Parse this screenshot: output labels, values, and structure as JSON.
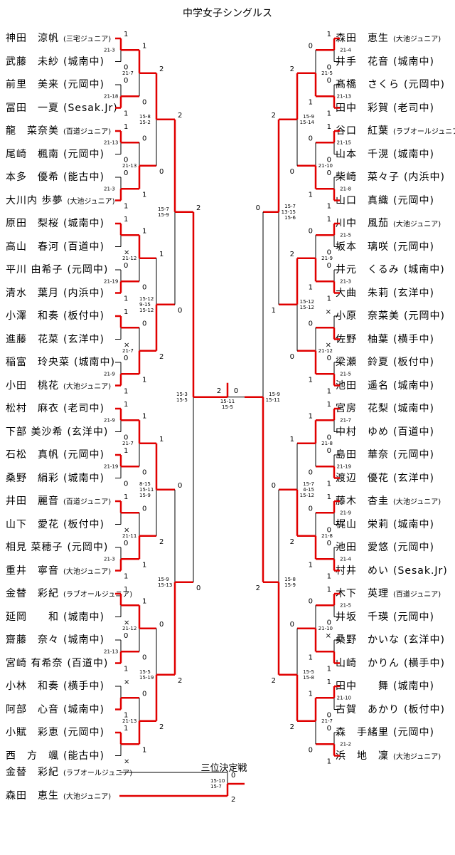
{
  "title": "中学女子シングルス",
  "third_place_title": "三位決定戦",
  "left_players": [
    {
      "name": "神田　涼帆",
      "team": "(三宅ジュニア)",
      "small": true
    },
    {
      "name": "武藤　未紗",
      "team": "(城南中)",
      "small": false
    },
    {
      "name": "前里　美来",
      "team": "(元岡中)",
      "small": false
    },
    {
      "name": "冨田　一夏",
      "team": "(Sesak.Jr)",
      "small": false
    },
    {
      "name": "龍　菜奈美",
      "team": "(百道ジュニア)",
      "small": true
    },
    {
      "name": "尾崎　楓南",
      "team": "(元岡中)",
      "small": false
    },
    {
      "name": "本多　優希",
      "team": "(能古中)",
      "small": false
    },
    {
      "name": "大川内 歩夢",
      "team": "(大池ジュニア)",
      "small": true
    },
    {
      "name": "原田　梨桜",
      "team": "(城南中)",
      "small": false
    },
    {
      "name": "高山　春河",
      "team": "(百道中)",
      "small": false
    },
    {
      "name": "平川 由希子",
      "team": "(元岡中)",
      "small": false
    },
    {
      "name": "清水　葉月",
      "team": "(内浜中)",
      "small": false
    },
    {
      "name": "小澤　和奏",
      "team": "(板付中)",
      "small": false
    },
    {
      "name": "進藤　花菜",
      "team": "(玄洋中)",
      "small": false
    },
    {
      "name": "稲富　玲央菜",
      "team": "(城南中)",
      "small": false
    },
    {
      "name": "小田　桃花",
      "team": "(大池ジュニア)",
      "small": true
    },
    {
      "name": "松村　麻衣",
      "team": "(老司中)",
      "small": false
    },
    {
      "name": "下部 美沙希",
      "team": "(玄洋中)",
      "small": false
    },
    {
      "name": "石松　真帆",
      "team": "(元岡中)",
      "small": false
    },
    {
      "name": "桑野　絹彩",
      "team": "(城南中)",
      "small": false
    },
    {
      "name": "井田　麗音",
      "team": "(百道ジュニア)",
      "small": true
    },
    {
      "name": "山下　愛花",
      "team": "(板付中)",
      "small": false
    },
    {
      "name": "相見 菜穂子",
      "team": "(元岡中)",
      "small": false
    },
    {
      "name": "重井　寧音",
      "team": "(大池ジュニア)",
      "small": true
    },
    {
      "name": "金替　彩紀",
      "team": "(ラブオールジュニア)",
      "small": true
    },
    {
      "name": "延岡　　和",
      "team": "(城南中)",
      "small": false
    },
    {
      "name": "齋藤　奈々",
      "team": "(城南中)",
      "small": false
    },
    {
      "name": "宮崎 有希奈",
      "team": "(百道中)",
      "small": false
    },
    {
      "name": "小林　和奏",
      "team": "(横手中)",
      "small": false
    },
    {
      "name": "阿部　心音",
      "team": "(城南中)",
      "small": false
    },
    {
      "name": "小賦　彩恵",
      "team": "(元岡中)",
      "small": false
    },
    {
      "name": "西　方　颯",
      "team": "(能古中)",
      "small": false
    }
  ],
  "right_players": [
    {
      "name": "森田　恵生",
      "team": "(大池ジュニア)",
      "small": true
    },
    {
      "name": "井手　花音",
      "team": "(城南中)",
      "small": false
    },
    {
      "name": "髙橋　さくら",
      "team": "(元岡中)",
      "small": false
    },
    {
      "name": "田中　彩賀",
      "team": "(老司中)",
      "small": false
    },
    {
      "name": "谷口　紅葉",
      "team": "(ラブオールジュニア)",
      "small": true
    },
    {
      "name": "山本　千滉",
      "team": "(城南中)",
      "small": false
    },
    {
      "name": "柴崎　菜々子",
      "team": "(内浜中)",
      "small": false
    },
    {
      "name": "山口　真織",
      "team": "(元岡中)",
      "small": false
    },
    {
      "name": "川中　風茄",
      "team": "(大池ジュニア)",
      "small": true
    },
    {
      "name": "坂本　璃咲",
      "team": "(元岡中)",
      "small": false
    },
    {
      "name": "井元　くるみ",
      "team": "(城南中)",
      "small": false
    },
    {
      "name": "大曲　朱莉",
      "team": "(玄洋中)",
      "small": false
    },
    {
      "name": "小原　奈菜美",
      "team": "(元岡中)",
      "small": false
    },
    {
      "name": "佐野　柚葉",
      "team": "(横手中)",
      "small": false
    },
    {
      "name": "梁瀬　鈴夏",
      "team": "(板付中)",
      "small": false
    },
    {
      "name": "池田　遥名",
      "team": "(城南中)",
      "small": false
    },
    {
      "name": "宮房　花梨",
      "team": "(城南中)",
      "small": false
    },
    {
      "name": "中村　ゆめ",
      "team": "(百道中)",
      "small": false
    },
    {
      "name": "島田　華奈",
      "team": "(元岡中)",
      "small": false
    },
    {
      "name": "渡辺　優花",
      "team": "(玄洋中)",
      "small": false
    },
    {
      "name": "藤木　杏圭",
      "team": "(大池ジュニア)",
      "small": true
    },
    {
      "name": "梶山　栄莉",
      "team": "(城南中)",
      "small": false
    },
    {
      "name": "池田　愛悠",
      "team": "(元岡中)",
      "small": false
    },
    {
      "name": "村井　めい",
      "team": "(Sesak.Jr)",
      "small": false
    },
    {
      "name": "木下　英理",
      "team": "(百道ジュニア)",
      "small": true
    },
    {
      "name": "井坂　千瑛",
      "team": "(元岡中)",
      "small": false
    },
    {
      "name": "桑野　かいな",
      "team": "(玄洋中)",
      "small": false
    },
    {
      "name": "山崎　かりん",
      "team": "(横手中)",
      "small": false
    },
    {
      "name": "田中　　舞",
      "team": "(城南中)",
      "small": false
    },
    {
      "name": "古賀　あかり",
      "team": "(板付中)",
      "small": false
    },
    {
      "name": "森　手緒里",
      "team": "(元岡中)",
      "small": false
    },
    {
      "name": "浜　地　凜",
      "team": "(大池ジュニア)",
      "small": true
    }
  ],
  "third_place_players": [
    {
      "name": "金替　彩紀",
      "team": "(ラブオールジュニア)",
      "small": true
    },
    {
      "name": "森田　恵生",
      "team": "(大池ジュニア)",
      "small": true
    }
  ],
  "results": {
    "left_r1": [
      {
        "w": 0,
        "a": "1",
        "b": "0",
        "score": "21-3"
      },
      {
        "w": 1,
        "a": "0",
        "b": "1",
        "score": "21-18"
      },
      {
        "w": 0,
        "a": "1",
        "b": "0",
        "score": "21-13"
      },
      {
        "w": 1,
        "a": "0",
        "b": "1",
        "score": "21-3"
      },
      {
        "w": 0,
        "a": "1",
        "b": "×",
        "score": ""
      },
      {
        "w": 1,
        "a": "0",
        "b": "1",
        "score": "21-19"
      },
      {
        "w": 0,
        "a": "1",
        "b": "×",
        "score": ""
      },
      {
        "w": 1,
        "a": "0",
        "b": "1",
        "score": "21-9"
      },
      {
        "w": 0,
        "a": "1",
        "b": "0",
        "score": "21-9"
      },
      {
        "w": 0,
        "a": "1",
        "b": "0",
        "score": "21-19"
      },
      {
        "w": 0,
        "a": "1",
        "b": "×",
        "score": ""
      },
      {
        "w": 1,
        "a": "0",
        "b": "1",
        "score": "21-3"
      },
      {
        "w": 0,
        "a": "1",
        "b": "×",
        "score": ""
      },
      {
        "w": 1,
        "a": "0",
        "b": "1",
        "score": "21-13"
      },
      {
        "w": 1,
        "a": "×",
        "b": "1",
        "score": ""
      },
      {
        "w": 0,
        "a": "1",
        "b": "×",
        "score": ""
      }
    ],
    "left_r2": [
      {
        "w": 0,
        "a": "1",
        "b": "0",
        "score": "21-7"
      },
      {
        "w": 1,
        "a": "0",
        "b": "1",
        "score": "21-13"
      },
      {
        "w": 0,
        "a": "1",
        "b": "0",
        "score": "21-12"
      },
      {
        "w": 1,
        "a": "0",
        "b": "1",
        "score": "21-7"
      },
      {
        "w": 0,
        "a": "1",
        "b": "0",
        "score": "21-7"
      },
      {
        "w": 1,
        "a": "0",
        "b": "1",
        "score": "21-11"
      },
      {
        "w": 0,
        "a": "1",
        "b": "0",
        "score": "21-12"
      },
      {
        "w": 1,
        "a": "0",
        "b": "1",
        "score": "21-13"
      }
    ],
    "left_r3": [
      {
        "w": 0,
        "a": "2",
        "b": "0",
        "score": "15-8 15-2"
      },
      {
        "w": 1,
        "a": "1",
        "b": "2",
        "score": "15-12 9-15 15-12"
      },
      {
        "w": 0,
        "a": "1",
        "b": "2",
        "score": "8-15 15-11 15-9"
      },
      {
        "w": 1,
        "a": "0",
        "b": "2",
        "score": "15-5 15-19"
      }
    ],
    "left_r4": [
      {
        "w": 0,
        "a": "2",
        "b": "0",
        "score": "15-7 15-9"
      },
      {
        "w": 1,
        "a": "0",
        "b": "2",
        "score": "15-9 15-13"
      }
    ],
    "left_r5": {
      "w": 0,
      "a": "2",
      "b": "0",
      "score": "15-3 15-5"
    },
    "right_r1": [
      {
        "w": 0,
        "a": "1",
        "b": "0",
        "score": "21-4"
      },
      {
        "w": 1,
        "a": "0",
        "b": "1",
        "score": "21-13"
      },
      {
        "w": 0,
        "a": "1",
        "b": "0",
        "score": "21-15"
      },
      {
        "w": 1,
        "a": "0",
        "b": "1",
        "score": "21-8"
      },
      {
        "w": 0,
        "a": "1",
        "b": "0",
        "score": "21-5"
      },
      {
        "w": 1,
        "a": "0",
        "b": "1",
        "score": "21-3"
      },
      {
        "w": 1,
        "a": "×",
        "b": "×",
        "score": ""
      },
      {
        "w": 1,
        "a": "0",
        "b": "1",
        "score": "21-5"
      },
      {
        "w": 0,
        "a": "1",
        "b": "0",
        "score": "21-7"
      },
      {
        "w": 1,
        "a": "0",
        "b": "1",
        "score": "21-19"
      },
      {
        "w": 0,
        "a": "1",
        "b": "0",
        "score": "21-9"
      },
      {
        "w": 1,
        "a": "0",
        "b": "1",
        "score": "21-4"
      },
      {
        "w": 0,
        "a": "1",
        "b": "0",
        "score": "21-5"
      },
      {
        "w": 1,
        "a": "×",
        "b": "1",
        "score": ""
      },
      {
        "w": 0,
        "a": "1",
        "b": "0",
        "score": "21-10"
      },
      {
        "w": 1,
        "a": "0",
        "b": "1",
        "score": "21-2"
      }
    ],
    "right_r2": [
      {
        "w": 1,
        "a": "0",
        "b": "1",
        "score": "21-5"
      },
      {
        "w": 1,
        "a": "0",
        "b": "1",
        "score": "21-10"
      },
      {
        "w": 1,
        "a": "0",
        "b": "1",
        "score": "21-9"
      },
      {
        "w": 1,
        "a": "0",
        "b": "1",
        "score": "21-12"
      },
      {
        "w": 0,
        "a": "1",
        "b": "0",
        "score": "21-8"
      },
      {
        "w": 1,
        "a": "0",
        "b": "1",
        "score": "21-8"
      },
      {
        "w": 1,
        "a": "0",
        "b": "1",
        "score": "21-10"
      },
      {
        "w": 0,
        "a": "1",
        "b": "0",
        "score": "21-7"
      }
    ],
    "right_r3": [
      {
        "w": 0,
        "a": "2",
        "b": "0",
        "score": "15-9 15-14"
      },
      {
        "w": 0,
        "a": "2",
        "b": "0",
        "score": "15-12 15-12"
      },
      {
        "w": 1,
        "a": "1",
        "b": "2",
        "score": "15-7 4-15 15-12"
      },
      {
        "w": 1,
        "a": "0",
        "b": "2",
        "score": "15-5 15-8"
      }
    ],
    "right_r4": [
      {
        "w": 0,
        "a": "2",
        "b": "1",
        "score": "15-7 13-15 15-6"
      },
      {
        "w": 1,
        "a": "0",
        "b": "2",
        "score": "15-8 15-9"
      }
    ],
    "right_r5": {
      "w": 1,
      "a": "0",
      "b": "2",
      "score": "15-9 15-11"
    },
    "final": {
      "a": "2",
      "b": "0",
      "score": "15-11 15-5"
    },
    "third": {
      "w": 1,
      "a": "0",
      "b": "2",
      "score": "15-10 15-7"
    }
  },
  "colors": {
    "win": "#e00000",
    "line": "#000000"
  }
}
